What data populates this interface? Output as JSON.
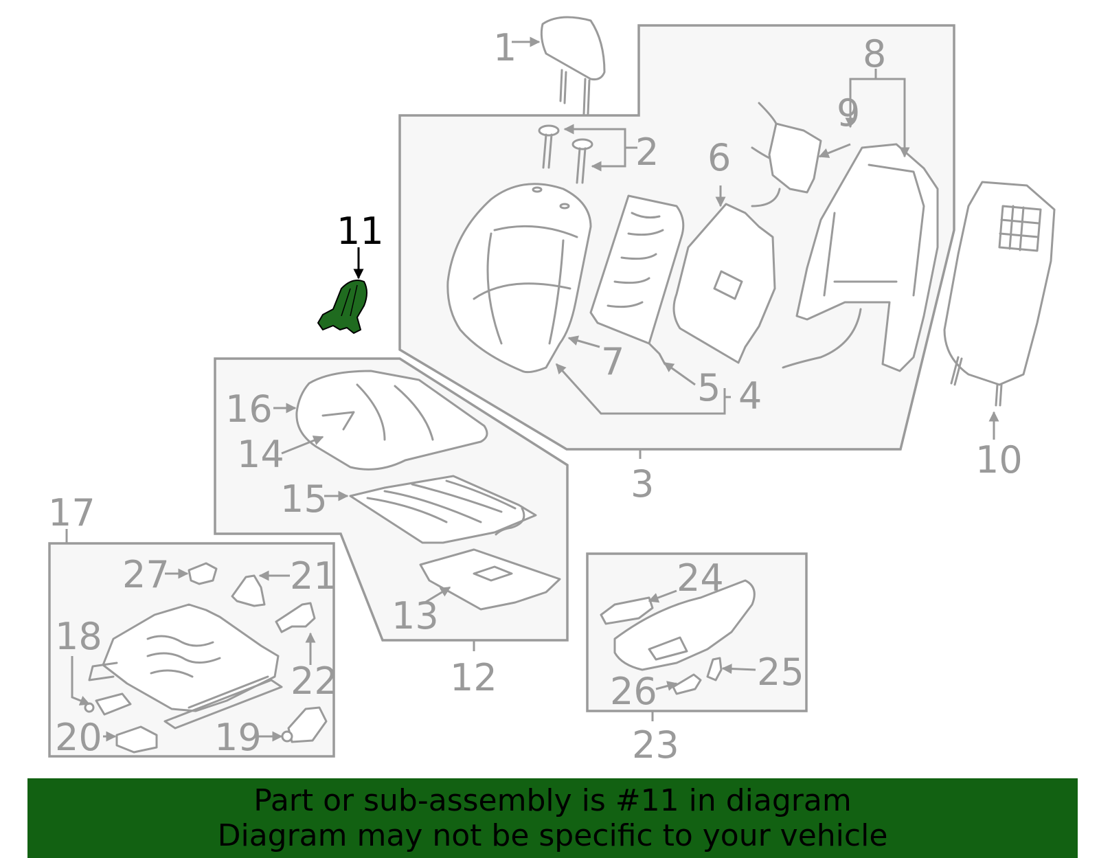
{
  "diagram": {
    "highlight_color": "#1f6b1f",
    "highlighted_part": "11",
    "callouts": {
      "c1": "1",
      "c2": "2",
      "c3": "3",
      "c4": "4",
      "c5": "5",
      "c6": "6",
      "c7": "7",
      "c8": "8",
      "c9": "9",
      "c10": "10",
      "c11": "11",
      "c12": "12",
      "c13": "13",
      "c14": "14",
      "c15": "15",
      "c16": "16",
      "c17": "17",
      "c18": "18",
      "c19": "19",
      "c20": "20",
      "c21": "21",
      "c22": "22",
      "c23": "23",
      "c24": "24",
      "c25": "25",
      "c26": "26",
      "c27": "27"
    }
  },
  "banner": {
    "background": "#126112",
    "line1": "Part or sub-assembly is #11 in diagram",
    "line2": "Diagram may not be specific to your vehicle"
  }
}
